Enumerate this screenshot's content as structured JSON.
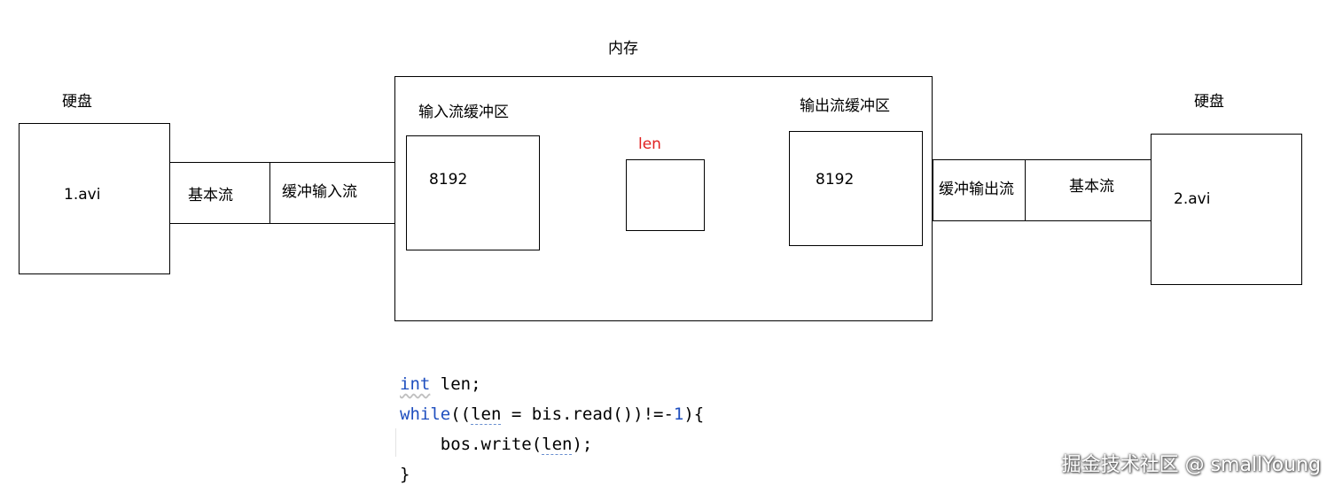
{
  "diagram": {
    "memory_label": "内存",
    "left_disk": {
      "label": "硬盘",
      "file": "1.avi"
    },
    "right_disk": {
      "label": "硬盘",
      "file": "2.avi"
    },
    "left_streams": {
      "basic": "基本流",
      "buffered": "缓冲输入流"
    },
    "right_streams": {
      "buffered": "缓冲输出流",
      "basic": "基本流"
    },
    "input_buffer": {
      "label": "输入流缓冲区",
      "size": "8192"
    },
    "output_buffer": {
      "label": "输出流缓冲区",
      "size": "8192"
    },
    "len_label": "len",
    "len_color": "#e02020"
  },
  "code": {
    "line1": {
      "kw": "int",
      "rest": " len;"
    },
    "line2": {
      "kw": "while",
      "open": "((",
      "var": "len",
      "mid": " = bis.read())!=-",
      "num": "1",
      "close": "){"
    },
    "line3": {
      "pre": "    bos.write(",
      "var": "len",
      "post": ");"
    },
    "line4": "}"
  },
  "watermark": "掘金技术社区 @ smallYoung"
}
